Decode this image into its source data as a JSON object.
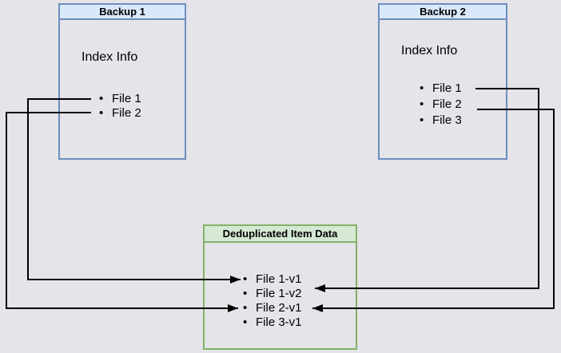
{
  "colors": {
    "background": "#e5e4e9",
    "blue_box_border": "#6c8ebf",
    "blue_box_header_fill": "#dae8fc",
    "green_box_border": "#82b366",
    "green_box_header_fill": "#d5e8d4",
    "connector_line": "#000000",
    "text": "#000000"
  },
  "backup1": {
    "title": "Backup 1",
    "subtitle": "Index Info",
    "items": [
      "File 1",
      "File 2"
    ]
  },
  "backup2": {
    "title": "Backup 2",
    "subtitle": "Index Info",
    "items": [
      "File 1",
      "File 2",
      "File 3"
    ]
  },
  "dedup": {
    "title": "Deduplicated Item Data",
    "items": [
      "File 1-v1",
      "File 1-v2",
      "File 2-v1",
      "File 3-v1"
    ]
  },
  "connections": [
    {
      "from": "Backup 1 / File 1",
      "to": "Deduplicated Item Data / File 1-v1",
      "route": "left"
    },
    {
      "from": "Backup 1 / File 2",
      "to": "Deduplicated Item Data / File 2-v1",
      "route": "left"
    },
    {
      "from": "Backup 2 / File 1",
      "to": "Deduplicated Item Data / File 1-v2",
      "route": "right"
    },
    {
      "from": "Backup 2 / File 2",
      "to": "Deduplicated Item Data / File 2-v1",
      "route": "right"
    }
  ]
}
